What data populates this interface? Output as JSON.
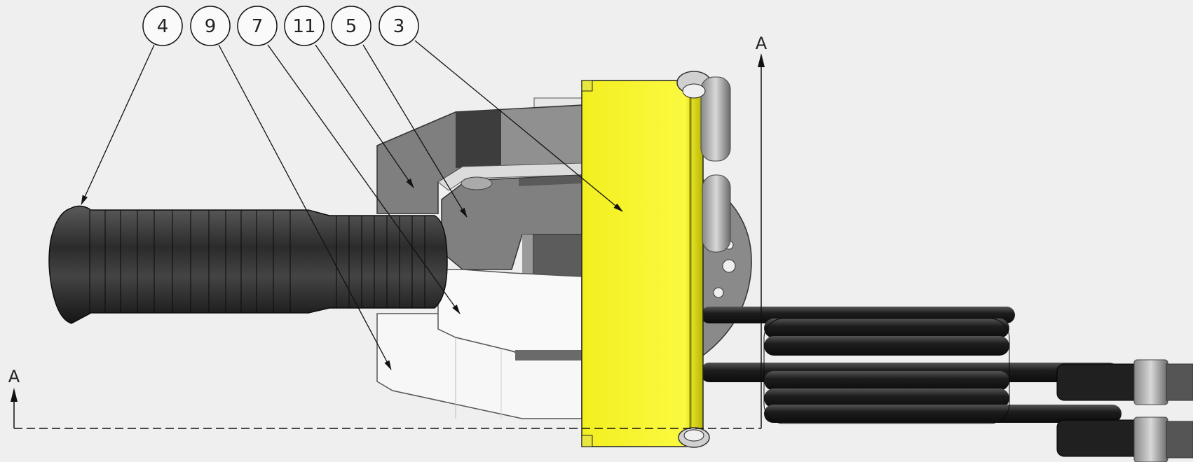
{
  "balloons": [
    {
      "label": "4"
    },
    {
      "label": "9"
    },
    {
      "label": "7"
    },
    {
      "label": "11"
    },
    {
      "label": "5"
    },
    {
      "label": "3"
    }
  ],
  "section_markers": {
    "right_label": "A",
    "left_label": "A"
  },
  "colors": {
    "background": "#efefef",
    "cover_plate": "#f4f230",
    "bracket": "#7e7e7e",
    "handle": "#2a2a2a",
    "cable": "#1c1c1c",
    "leader_line": "#111111"
  }
}
